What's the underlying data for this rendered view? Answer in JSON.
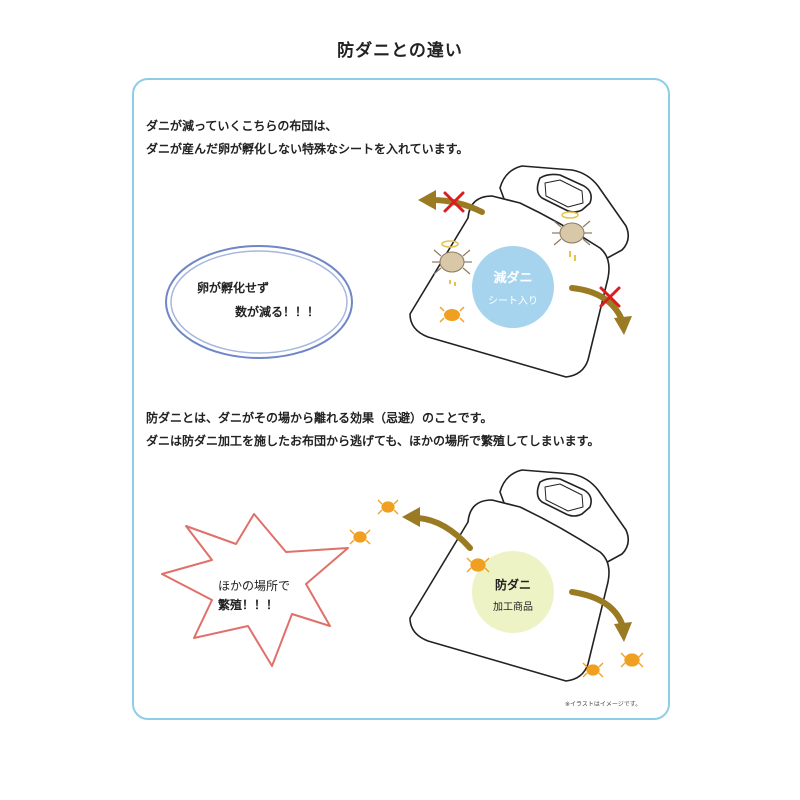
{
  "title": "防ダニとの違い",
  "section1": {
    "line1": "ダニが減っていくこちらの布団は、",
    "line2": "ダニが産んだ卵が孵化しない特殊なシートを入れています。",
    "bubble_line1": "卵が孵化せず",
    "bubble_line2": "数が減る！！！",
    "badge_title": "減ダニ",
    "badge_sub": "シート入り"
  },
  "section2": {
    "line1": "防ダニとは、ダニがその場から離れる効果（忌避）のことです。",
    "line2": "ダニは防ダニ加工を施したお布団から逃げても、ほかの場所で繁殖してしまいます。",
    "burst_line1": "ほかの場所で",
    "burst_line2": "繁殖！！！",
    "badge_title": "防ダニ",
    "badge_sub": "加工商品"
  },
  "note": "※イラストはイメージです。",
  "colors": {
    "frame": "#8ecde8",
    "oval": "#6f86c7",
    "burst": "#e0706a",
    "arrow": "#9a7a22",
    "cross": "#d81e1e",
    "badge_blue": "#a6d4ef",
    "badge_green": "#eef3c6",
    "mite_orange": "#f0a020",
    "mite_beige": "#d8c8a8",
    "halo": "#e6c34a"
  },
  "icons": [
    "futon-icon",
    "mite-icon",
    "angel-mite-icon",
    "arrow-icon",
    "cross-icon",
    "speech-oval",
    "burst-shape"
  ]
}
